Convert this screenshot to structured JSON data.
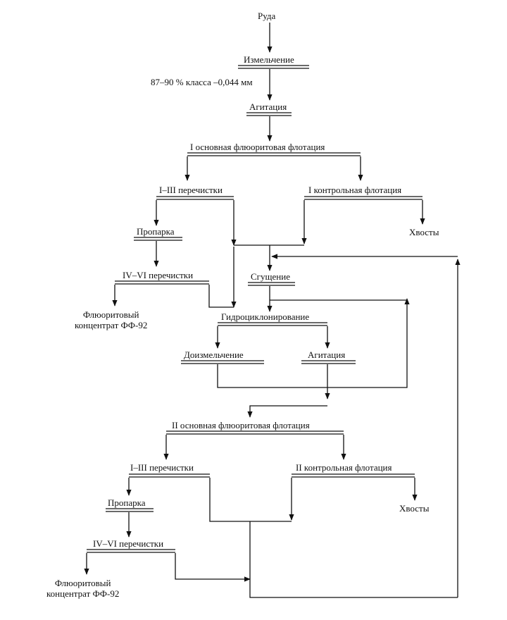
{
  "nodes": {
    "ore": "Руда",
    "grinding": "Измельчение",
    "grind_class": "87–90 % класса –0,044 мм",
    "agitation1": "Агитация",
    "flot1_main": "I основная флюоритовая флотация",
    "clean1_a": "I–III перечистки",
    "control1": "I контрольная флотация",
    "tails1": "Хвосты",
    "steam1": "Пропарка",
    "clean1_b": "IV–VI перечистки",
    "conc1": "Флюоритовый\nконцентрат ФФ-92",
    "thickening": "Сгущение",
    "hydrocyclone": "Гидроциклонирование",
    "regrinding": "Доизмельчение",
    "agitation2": "Агитация",
    "flot2_main": "II основная флюоритовая флотация",
    "clean2_a": "I–III перечистки",
    "control2": "II контрольная флотация",
    "tails2": "Хвосты",
    "steam2": "Пропарка",
    "clean2_b": "IV–VI перечистки",
    "conc2": "Флюоритовый\nконцентрат ФФ-92"
  },
  "colors": {
    "ink": "#111111",
    "background": "#ffffff"
  }
}
